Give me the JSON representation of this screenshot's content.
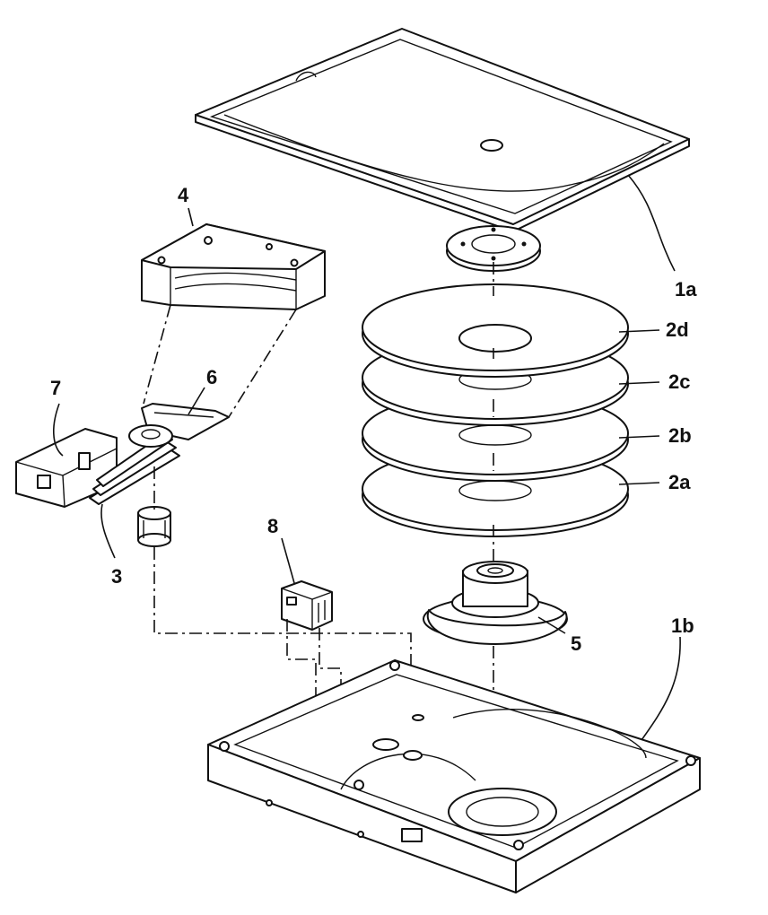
{
  "labels": {
    "cover": "1a",
    "base": "1b",
    "disk_a": "2a",
    "disk_b": "2b",
    "disk_c": "2c",
    "disk_d": "2d",
    "head_arm": "3",
    "magnet": "4",
    "motor": "5",
    "flex_cable": "6",
    "latch": "7",
    "connector": "8"
  }
}
